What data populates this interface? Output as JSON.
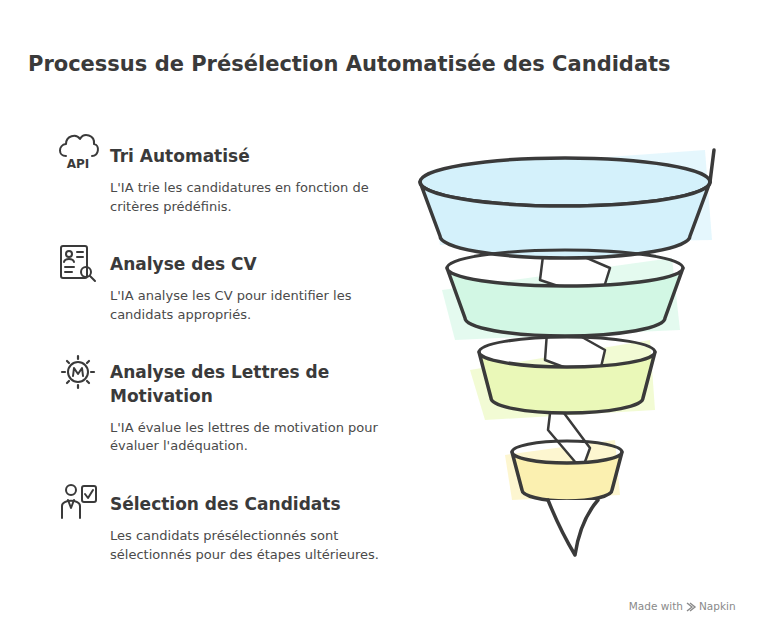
{
  "diagram": {
    "title": "Processus de Présélection Automatisée des Candidats",
    "labels": [
      "API",
      "Tri Automatisé",
      "L'IA trie les candidatures en fonction de critères prédéfinis.",
      "Analyse des CV",
      "L'IA analyse les CV pour identifier les candidats appropriés.",
      "Analyse des Lettres de Motivation",
      "L'IA évalue les lettres de motivation pour évaluer l'adéquation.",
      "Sélection des Candidats",
      "Les candidats présélectionnés sont sélectionnés pour des étapes ultérieures.",
      "Made with",
      "Napkin"
    ]
  }
}
